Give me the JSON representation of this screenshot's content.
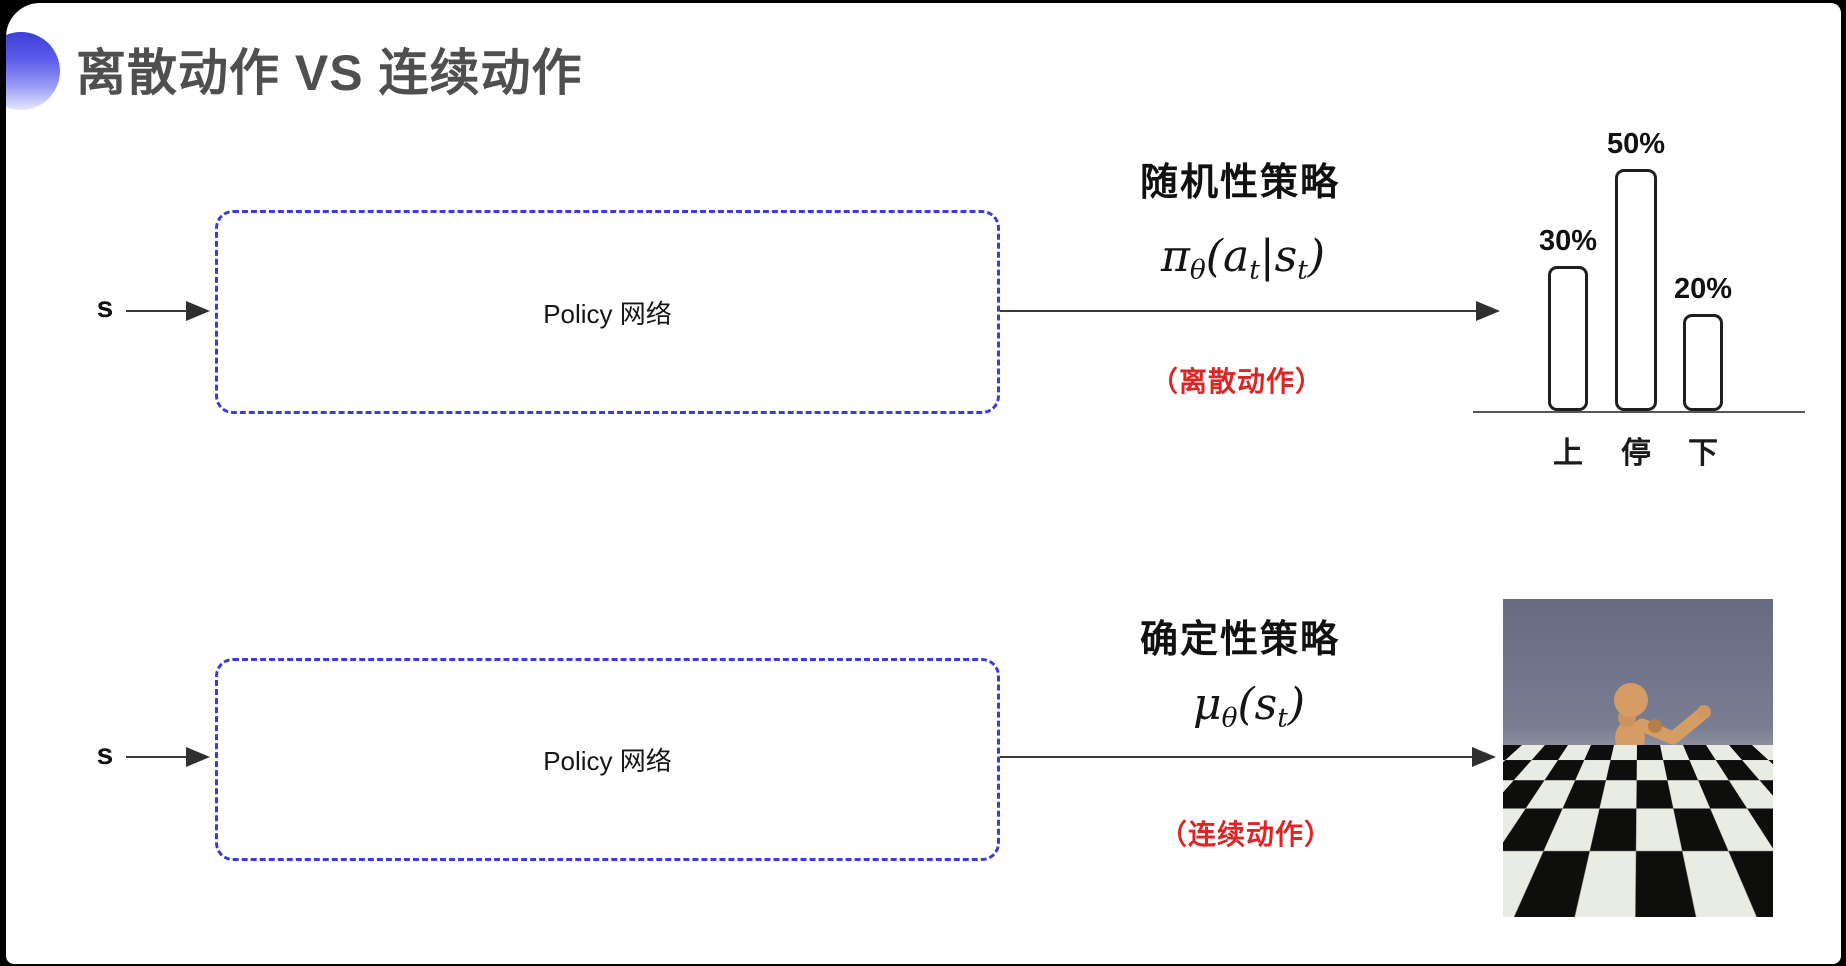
{
  "slide": {
    "title": "离散动作 VS 连续动作"
  },
  "top_row": {
    "input_label": "s",
    "box_label": "Policy 网络",
    "policy_type": "随机性策略",
    "formula": "π_θ(a_t|s_t)",
    "formula_parts": [
      "π",
      "θ",
      "(a",
      "t",
      "|s",
      "t",
      ")"
    ],
    "action_note": "（离散动作）"
  },
  "bottom_row": {
    "input_label": "s",
    "box_label": "Policy 网络",
    "policy_type": "确定性策略",
    "formula": "μ_θ(s_t)",
    "formula_parts": [
      "μ",
      "θ",
      "(s",
      "t",
      ")"
    ],
    "action_note": "（连续动作）"
  },
  "chart_data": {
    "type": "bar",
    "categories": [
      "上",
      "停",
      "下"
    ],
    "values": [
      30,
      50,
      20
    ],
    "value_labels": [
      "30%",
      "50%",
      "20%"
    ],
    "title": "",
    "xlabel": "",
    "ylabel": "",
    "ylim": [
      0,
      55
    ],
    "grid": false,
    "legend": false,
    "bar_style": "outlined rounded bars, white fill, black border"
  },
  "scene": {
    "description": "MuJoCo humanoid robot running on black-and-white checkerboard floor under gray-blue sky"
  },
  "colors": {
    "accent_blue": "#3c3cd8",
    "note_red": "#da2726",
    "title_gray": "#4f4f4f",
    "text_black": "#141414",
    "arrow_gray": "#3a3a3a",
    "body_tan": "#d2975f"
  }
}
